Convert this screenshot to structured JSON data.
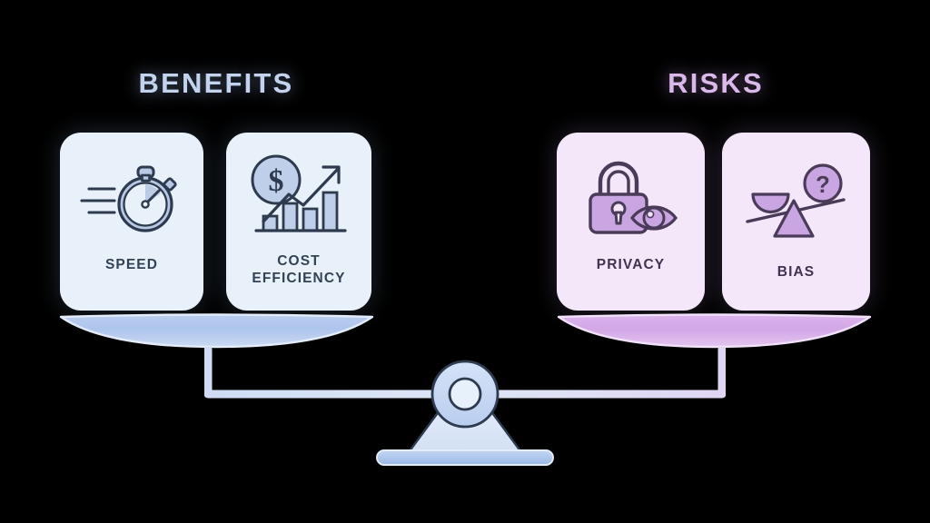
{
  "background_color": "#000000",
  "headings": {
    "left": {
      "label": "BENEFITS",
      "color": "#c3d3ee"
    },
    "right": {
      "label": "RISKS",
      "color": "#d9b8ea"
    }
  },
  "palette": {
    "benefit_card_bg": "#e8f1fa",
    "risk_card_bg": "#f4e7fa",
    "benefit_pan": "#aac2ea",
    "risk_pan": "#d3a9e4",
    "beam": "#dde6f5",
    "fulcrum": "#dce7f7",
    "base_bar": "#a8c2ea",
    "benefit_icon_stroke": "#2e3a4e",
    "risk_icon_stroke": "#4a3c58"
  },
  "cards": {
    "speed": {
      "label": "SPEED",
      "icon": "stopwatch-icon",
      "side": "benefits"
    },
    "cost": {
      "label": "COST\nEFFICIENCY",
      "icon": "growth-chart-dollar-icon",
      "side": "benefits"
    },
    "privacy": {
      "label": "PRIVACY",
      "icon": "padlock-eye-icon",
      "side": "risks"
    },
    "bias": {
      "label": "BIAS",
      "icon": "tilted-scale-question-icon",
      "side": "risks"
    }
  },
  "balance": {
    "left_pan_name": "benefits-pan",
    "right_pan_name": "risks-pan",
    "fulcrum_name": "balance-fulcrum",
    "state": "level"
  }
}
